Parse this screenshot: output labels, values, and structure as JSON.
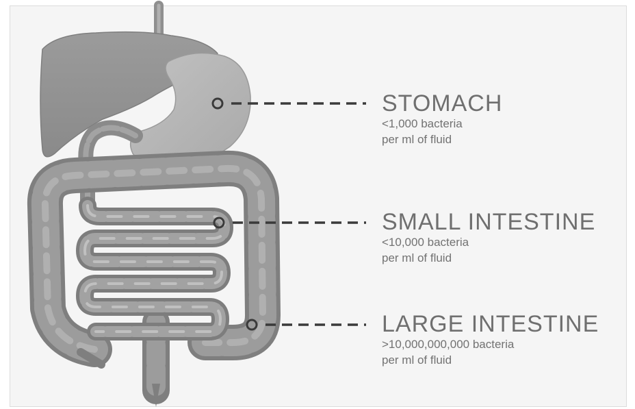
{
  "organs": {
    "stomach": {
      "title": "STOMACH",
      "count": "<1,000 bacteria",
      "unit": "per ml of fluid"
    },
    "small_intestine": {
      "title": "SMALL INTESTINE",
      "count": "<10,000 bacteria",
      "unit": "per ml of fluid"
    },
    "large_intestine": {
      "title": "LARGE INTESTINE",
      "count": ">10,000,000,000 bacteria",
      "unit": "per ml of fluid"
    }
  },
  "colors": {
    "background": "#f5f5f5",
    "organ": "#8e8e8e",
    "stomach": "#b4b4b4",
    "text": "#6f6f6f",
    "leader": "#3a3a3a"
  }
}
